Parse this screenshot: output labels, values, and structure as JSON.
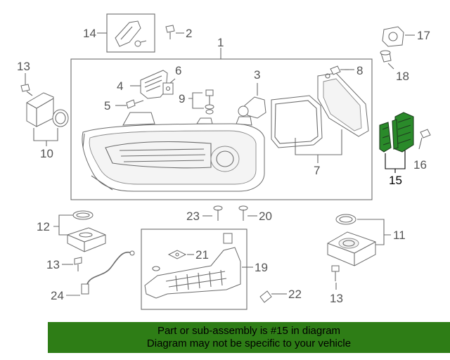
{
  "callouts": {
    "c1": "1",
    "c2": "2",
    "c3": "3",
    "c4": "4",
    "c5": "5",
    "c6": "6",
    "c7": "7",
    "c8": "8",
    "c9": "9",
    "c10": "10",
    "c11": "11",
    "c12": "12",
    "c13a": "13",
    "c13b": "13",
    "c13c": "13",
    "c14": "14",
    "c15": "15",
    "c16": "16",
    "c17": "17",
    "c18": "18",
    "c19": "19",
    "c20": "20",
    "c21": "21",
    "c22": "22",
    "c23": "23",
    "c24": "24"
  },
  "highlighted_part": "15",
  "highlight_color": "#2e7d16",
  "banner": {
    "line1": "Part or sub-assembly is #15 in diagram",
    "line2": "Diagram may not be specific to your vehicle"
  }
}
